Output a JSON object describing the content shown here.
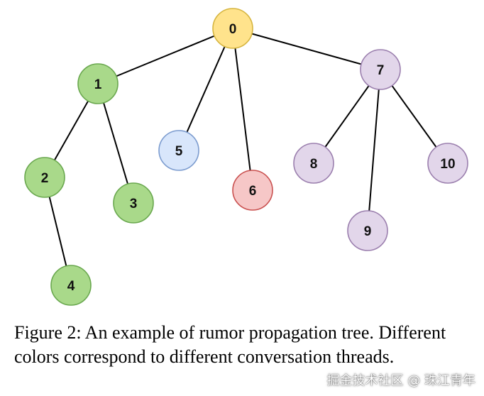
{
  "diagram": {
    "type": "tree",
    "colors": {
      "root": {
        "fill": "#ffe38c",
        "stroke": "#d6b53f"
      },
      "thread_green": {
        "fill": "#a9d98a",
        "stroke": "#6aa84f"
      },
      "thread_blue": {
        "fill": "#d8e6fb",
        "stroke": "#7c9ccf"
      },
      "thread_red": {
        "fill": "#f6c7c7",
        "stroke": "#c9504f"
      },
      "thread_purple": {
        "fill": "#e2d6ea",
        "stroke": "#9b7fae"
      }
    },
    "nodes": [
      {
        "id": "0",
        "label": "0",
        "group": "root"
      },
      {
        "id": "1",
        "label": "1",
        "group": "thread_green"
      },
      {
        "id": "2",
        "label": "2",
        "group": "thread_green"
      },
      {
        "id": "3",
        "label": "3",
        "group": "thread_green"
      },
      {
        "id": "4",
        "label": "4",
        "group": "thread_green"
      },
      {
        "id": "5",
        "label": "5",
        "group": "thread_blue"
      },
      {
        "id": "6",
        "label": "6",
        "group": "thread_red"
      },
      {
        "id": "7",
        "label": "7",
        "group": "thread_purple"
      },
      {
        "id": "8",
        "label": "8",
        "group": "thread_purple"
      },
      {
        "id": "9",
        "label": "9",
        "group": "thread_purple"
      },
      {
        "id": "10",
        "label": "10",
        "group": "thread_purple"
      }
    ],
    "edges": [
      [
        "0",
        "1"
      ],
      [
        "0",
        "5"
      ],
      [
        "0",
        "6"
      ],
      [
        "0",
        "7"
      ],
      [
        "1",
        "2"
      ],
      [
        "1",
        "3"
      ],
      [
        "2",
        "4"
      ],
      [
        "7",
        "8"
      ],
      [
        "7",
        "9"
      ],
      [
        "7",
        "10"
      ]
    ]
  },
  "caption": {
    "text": "Figure 2: An example of rumor propagation tree. Different colors correspond to different conversation threads."
  },
  "watermark": {
    "text": "掘金技术社区 @ 珠江青年"
  }
}
